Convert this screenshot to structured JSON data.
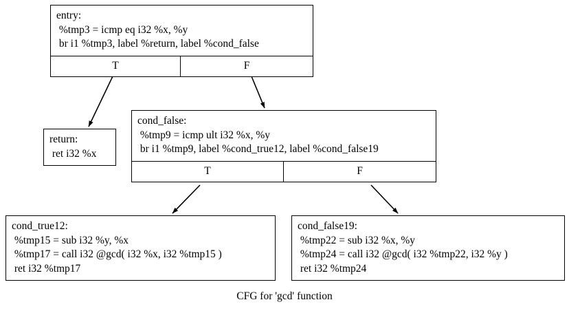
{
  "diagram": {
    "caption": "CFG for 'gcd' function",
    "stroke_color": "#000000",
    "background_color": "#ffffff"
  },
  "nodes": {
    "entry": {
      "name": "entry",
      "lines": [
        "entry:",
        " %tmp3 = icmp eq i32 %x, %y",
        " br i1 %tmp3, label %return, label %cond_false"
      ],
      "ports": {
        "true": "T",
        "false": "F"
      }
    },
    "return": {
      "name": "return",
      "lines": [
        "return:",
        " ret i32 %x"
      ]
    },
    "cond_false": {
      "name": "cond_false",
      "lines": [
        "cond_false:",
        " %tmp9 = icmp ult i32 %x, %y",
        " br i1 %tmp9, label %cond_true12, label %cond_false19"
      ],
      "ports": {
        "true": "T",
        "false": "F"
      }
    },
    "cond_true12": {
      "name": "cond_true12",
      "lines": [
        "cond_true12:",
        " %tmp15 = sub i32 %y, %x",
        " %tmp17 = call i32 @gcd( i32 %x, i32 %tmp15 )",
        " ret i32 %tmp17"
      ]
    },
    "cond_false19": {
      "name": "cond_false19",
      "lines": [
        "cond_false19:",
        " %tmp22 = sub i32 %x, %y",
        " %tmp24 = call i32 @gcd( i32 %tmp22, i32 %y )",
        " ret i32 %tmp24"
      ]
    }
  },
  "edges": [
    {
      "from": "entry",
      "port": "T",
      "to": "return"
    },
    {
      "from": "entry",
      "port": "F",
      "to": "cond_false"
    },
    {
      "from": "cond_false",
      "port": "T",
      "to": "cond_true12"
    },
    {
      "from": "cond_false",
      "port": "F",
      "to": "cond_false19"
    }
  ]
}
